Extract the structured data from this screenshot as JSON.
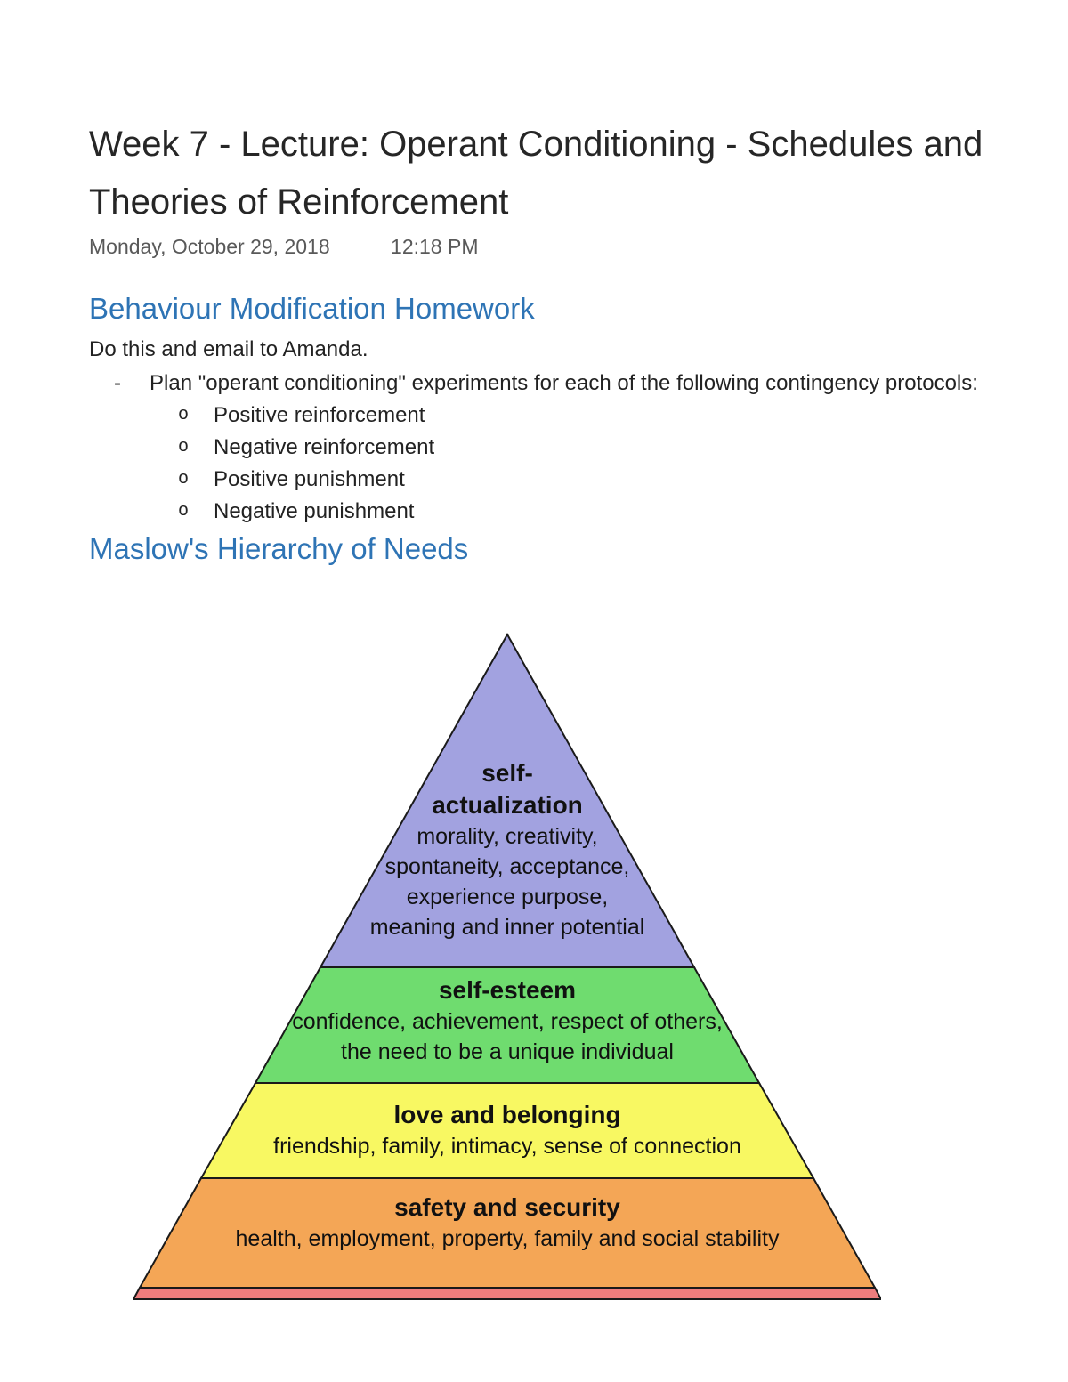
{
  "theme": {
    "heading_color": "#2e74b5",
    "title_color": "#262626",
    "body_color": "#222222",
    "date_color": "#595959"
  },
  "page": {
    "title_line1": "Week 7 - Lecture: Operant Conditioning - Schedules and",
    "title_line2": "Theories of Reinforcement",
    "date": "Monday, October 29, 2018",
    "time": "12:18 PM"
  },
  "homework": {
    "heading": "Behaviour Modification Homework",
    "intro": "Do this and email to Amanda.",
    "bullet_marker": "-",
    "sub_marker": "o",
    "bullet": "Plan \"operant conditioning\" experiments for each of the following contingency protocols:",
    "sub_items": [
      "Positive reinforcement",
      "Negative reinforcement",
      "Positive punishment",
      "Negative punishment"
    ]
  },
  "maslow": {
    "heading": "Maslow's Hierarchy of Needs",
    "levels": [
      {
        "name": "self-actualization",
        "color": "#a2a2e0",
        "title_lines": [
          "self-",
          "actualization"
        ],
        "desc_lines": [
          "morality, creativity,",
          "spontaneity, acceptance,",
          "experience purpose,",
          "meaning and inner potential"
        ]
      },
      {
        "name": "self-esteem",
        "color": "#6fdc6f",
        "title_lines": [
          "self-esteem"
        ],
        "desc_lines": [
          "confidence, achievement, respect of others,",
          "the need to be a unique individual"
        ]
      },
      {
        "name": "love and belonging",
        "color": "#f8f862",
        "title_lines": [
          "love and belonging"
        ],
        "desc_lines": [
          "friendship, family, intimacy, sense of connection"
        ]
      },
      {
        "name": "safety and security",
        "color": "#f4a656",
        "title_lines": [
          "safety and security"
        ],
        "desc_lines": [
          "health, employment, property, family and social stability"
        ]
      },
      {
        "name": "bottom-band",
        "color": "#ef7d7d",
        "title_lines": [],
        "desc_lines": []
      }
    ]
  }
}
